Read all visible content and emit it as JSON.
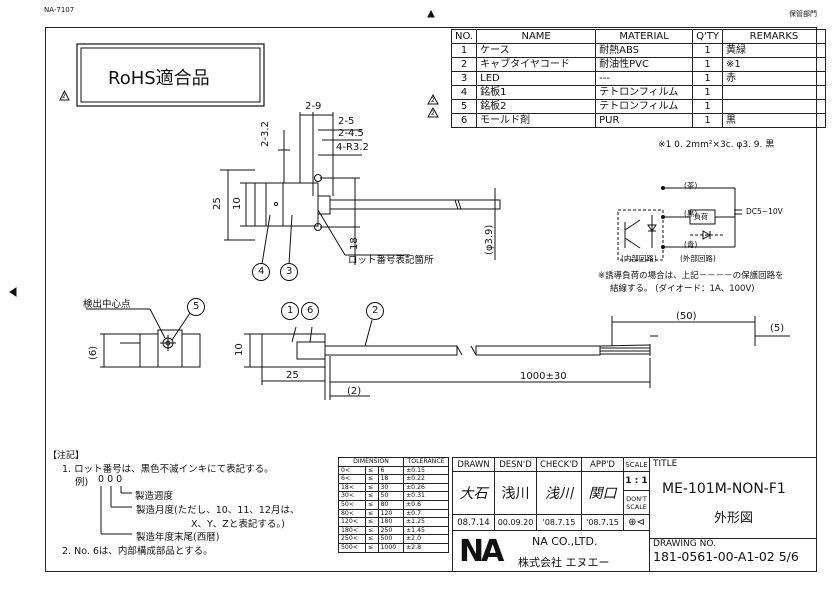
{
  "header": {
    "left_code": "NA-7107",
    "right_label": "保管部門"
  },
  "rohs_label": "RoHS適合品",
  "parts_table": {
    "columns": [
      "NO.",
      "NAME",
      "MATERIAL",
      "Q'TY",
      "REMARKS"
    ],
    "rows": [
      {
        "no": "1",
        "name": "ケース",
        "material": "耐熱ABS",
        "qty": "1",
        "remarks": "黄緑",
        "rev": ""
      },
      {
        "no": "2",
        "name": "キャブタイヤコード",
        "material": "耐油性PVC",
        "qty": "1",
        "remarks": "※1",
        "rev": ""
      },
      {
        "no": "3",
        "name": "LED",
        "material": "---",
        "qty": "1",
        "remarks": "赤",
        "rev": ""
      },
      {
        "no": "4",
        "name": "銘板1",
        "material": "テトロンフィルム",
        "qty": "1",
        "remarks": "",
        "rev": "2"
      },
      {
        "no": "5",
        "name": "銘板2",
        "material": "テトロンフィルム",
        "qty": "1",
        "remarks": "",
        "rev": "2"
      },
      {
        "no": "6",
        "name": "モールド剤",
        "material": "PUR",
        "qty": "1",
        "remarks": "黒",
        "rev": ""
      }
    ],
    "footnote": "※1 0. 2mm²×3c. φ3. 9. 黒"
  },
  "dims": {
    "d_2_9": "2-9",
    "d_2_5": "2-5",
    "d_2_32": "2-3.2",
    "d_2_45": "2-4.5",
    "d_4_r32": "4-R3.2",
    "d_25": "25",
    "d_10": "10",
    "d_18": "18",
    "d_phi39": "(φ3.9)",
    "d_6": "(6)",
    "d_10b": "10",
    "d_25b": "25",
    "d_2": "(2)",
    "d_1000": "1000±30",
    "d_50": "(50)",
    "d_5": "(5)"
  },
  "labels": {
    "lot_note": "ロット番号表記箇所",
    "detect_center": "検出中心点",
    "balloon_1": "1",
    "balloon_6": "6",
    "balloon_2": "2",
    "balloon_3": "3",
    "balloon_4": "4",
    "balloon_5": "5"
  },
  "circuit": {
    "brown": "(茶)",
    "black": "(黒)",
    "blue": "(青)",
    "load": "負荷",
    "supply": "DC5~10V",
    "internal": "(内部回路)",
    "external": "(外部回路)",
    "note1": "※誘導負荷の場合は、上記－－－－の保護回路を",
    "note2": "結線する。 (ダイオード：1A、100V)"
  },
  "notes": {
    "title": "【注記】",
    "n1": "1. ロット番号は、黒色不滅インキにて表記する。",
    "ex": "例)",
    "ex_code": "0 0 0",
    "week": "製造週度",
    "month1": "製造月度(ただし、10、11、12月は、",
    "month2": "X、Y、Zと表記する。)",
    "year": "製造年度末尾(西暦)",
    "n2": "2. No. 6は、内部構成部品とする。"
  },
  "tolerance": {
    "header": [
      "DIMENSION",
      "TOLERANCE"
    ],
    "rows": [
      [
        "0<",
        "≤",
        "6",
        "±0.15"
      ],
      [
        "6<",
        "≤",
        "18",
        "±0.22"
      ],
      [
        "18<",
        "≤",
        "30",
        "±0.26"
      ],
      [
        "30<",
        "≤",
        "50",
        "±0.31"
      ],
      [
        "50<",
        "≤",
        "80",
        "±0.6"
      ],
      [
        "80<",
        "≤",
        "120",
        "±0.7"
      ],
      [
        "120<",
        "≤",
        "180",
        "±1.25"
      ],
      [
        "180<",
        "≤",
        "250",
        "±1.45"
      ],
      [
        "250<",
        "≤",
        "500",
        "±2.0"
      ],
      [
        "500<",
        "≤",
        "1000",
        "±2.8"
      ]
    ]
  },
  "title_block": {
    "drawn": "DRAWN",
    "desnd": "DESN'D",
    "checkd": "CHECK'D",
    "appd": "APP'D",
    "scale": "SCALE",
    "sig_drawn": "大石",
    "sig_desnd": "浅川",
    "sig_checkd": "浅川",
    "sig_appd": "関口",
    "date_drawn": "08.7.14",
    "date_desnd": "00.09.20",
    "date_checkd": "'08.7.15",
    "date_appd": "'08.7.15",
    "scale_val": "1 : 1",
    "dont_scale": "DON'T SCALE",
    "title_label": "TITLE",
    "title1": "ME-101M-NON-F1",
    "title2": "外形図",
    "company_en": "NA CO.,LTD.",
    "company_jp": "株式会社 エヌエー",
    "logo": "NA",
    "drawing_no_label": "DRAWING NO.",
    "drawing_no": "181-0561-00-A1-02 5/6"
  }
}
